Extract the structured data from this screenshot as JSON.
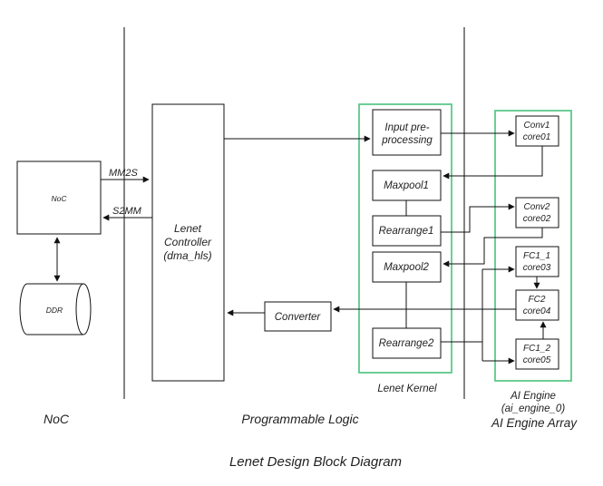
{
  "colors": {
    "line": "#111111",
    "kernel_border": "#5cc98a",
    "text": "#222222",
    "divider": "#333333"
  },
  "blocks": {
    "noc": "NoC",
    "ddr": "DDR",
    "controller": [
      "Lenet",
      "Controller",
      "(dma_hls)"
    ],
    "converter": "Converter",
    "input_pre": [
      "Input pre-",
      "processing"
    ],
    "maxpool1": "Maxpool1",
    "rearrange1": "Rearrange1",
    "maxpool2": "Maxpool2",
    "rearrange2": "Rearrange2",
    "conv1": [
      "Conv1",
      "core01"
    ],
    "conv2": [
      "Conv2",
      "core02"
    ],
    "fc1_1": [
      "FC1_1",
      "core03"
    ],
    "fc2": [
      "FC2",
      "core04"
    ],
    "fc1_2": [
      "FC1_2",
      "core05"
    ]
  },
  "signals": {
    "mm2s": "MM2S",
    "s2mm": "S2MM"
  },
  "labels": {
    "lenet_kernel": "Lenet Kernel",
    "ai_engine": [
      "AI Engine",
      "(ai_engine_0)"
    ],
    "ai_engine_array": "AI Engine Array",
    "noc_region": "NoC",
    "programmable_logic": "Programmable Logic",
    "caption": "Lenet Design Block Diagram"
  }
}
